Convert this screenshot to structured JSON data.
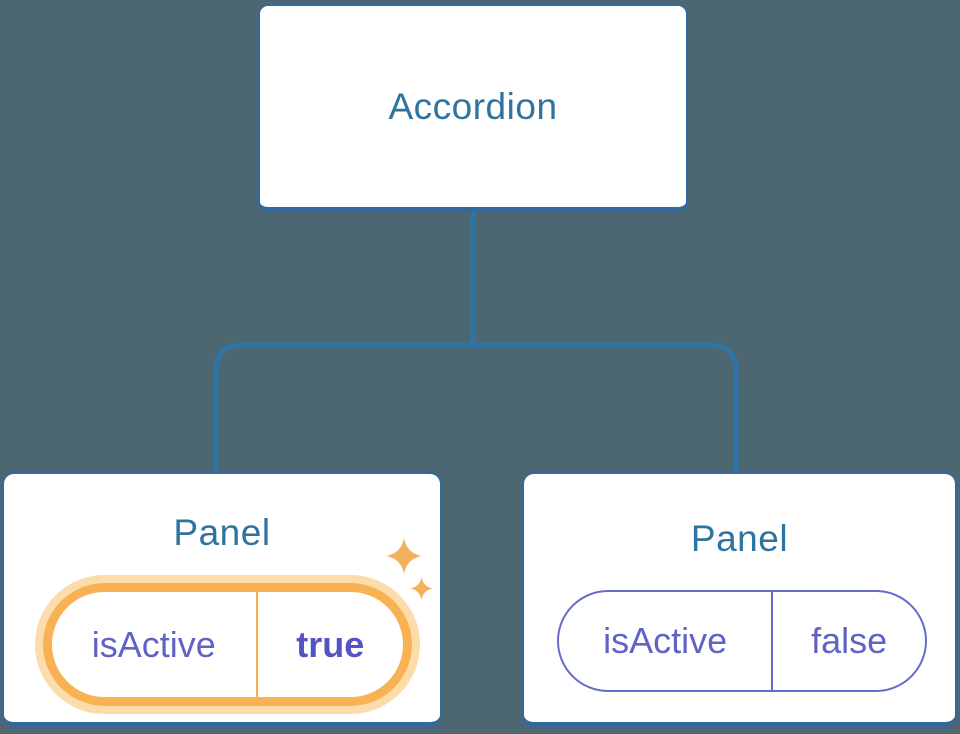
{
  "diagram": {
    "root": {
      "label": "Accordion"
    },
    "panels": [
      {
        "label": "Panel",
        "state": {
          "key": "isActive",
          "value": "true"
        },
        "highlighted": true
      },
      {
        "label": "Panel",
        "state": {
          "key": "isActive",
          "value": "false"
        },
        "highlighted": false
      }
    ]
  },
  "icons": {
    "highlight_marker": "sparkle-icon"
  },
  "colors": {
    "background": "#4C6772",
    "card": "#FFFFFF",
    "card_border": "#35699E",
    "connector": "#2E74A7",
    "node_text": "#2F739F",
    "state_text": "#5F63C6",
    "state_text_bold": "#5254C4",
    "highlight_ring": "#F8B254",
    "highlight_glow": "#FBDCAA",
    "highlight_divider": "#F5AF58",
    "pill_border": "#666BCB",
    "sparkle": "#F5B159"
  }
}
